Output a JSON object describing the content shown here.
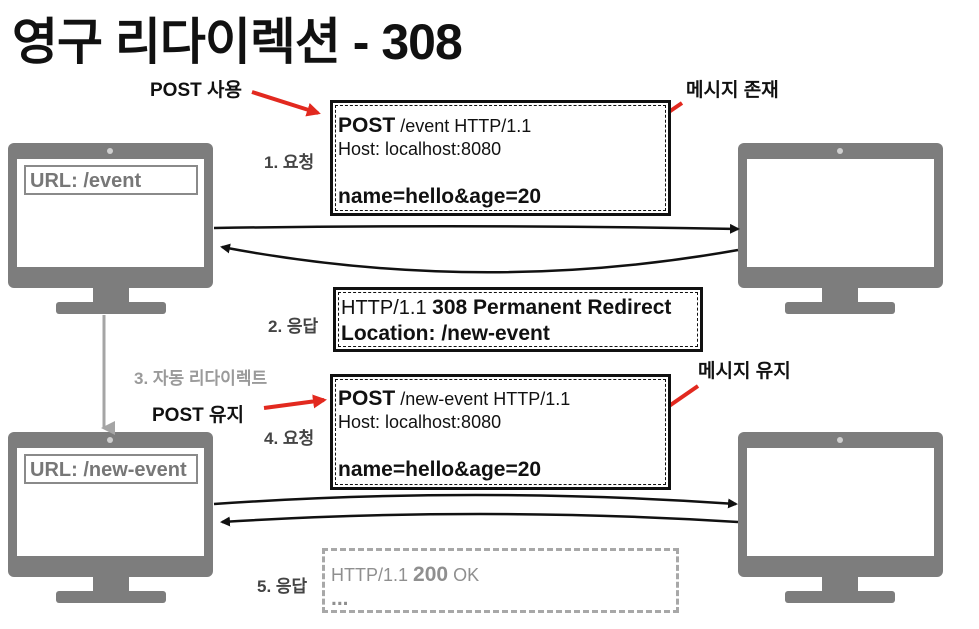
{
  "title": "영구 리다이렉션 - 308",
  "annotations": {
    "post_use": "POST 사용",
    "message_exists": "메시지 존재",
    "post_keep": "POST 유지",
    "message_keep": "메시지 유지"
  },
  "steps": {
    "s1": "1. 요청",
    "s2": "2. 응답",
    "s3": "3. 자동 리다이렉트",
    "s4": "4. 요청",
    "s5": "5. 응답"
  },
  "client_top": {
    "url": "URL: /event"
  },
  "client_bottom": {
    "url": "URL: /new-event"
  },
  "request1": {
    "method": "POST",
    "line_rest": " /event HTTP/1.1",
    "host": "Host: localhost:8080",
    "body": "name=hello&age=20"
  },
  "response1": {
    "status_prefix": "HTTP/1.1 ",
    "status": "308 Permanent Redirect",
    "location": "Location: /new-event"
  },
  "request2": {
    "method": "POST",
    "line_rest": " /new-event HTTP/1.1",
    "host": "Host: localhost:8080",
    "body": "name=hello&age=20"
  },
  "response2": {
    "status_prefix": "HTTP/1.1 ",
    "code": "200",
    "status_rest": " OK",
    "body": "..."
  },
  "colors": {
    "monitor": "#7d7d7d",
    "arrow_red": "#e2291f",
    "arrow_gray": "#a5a5a5",
    "text": "#111111"
  }
}
